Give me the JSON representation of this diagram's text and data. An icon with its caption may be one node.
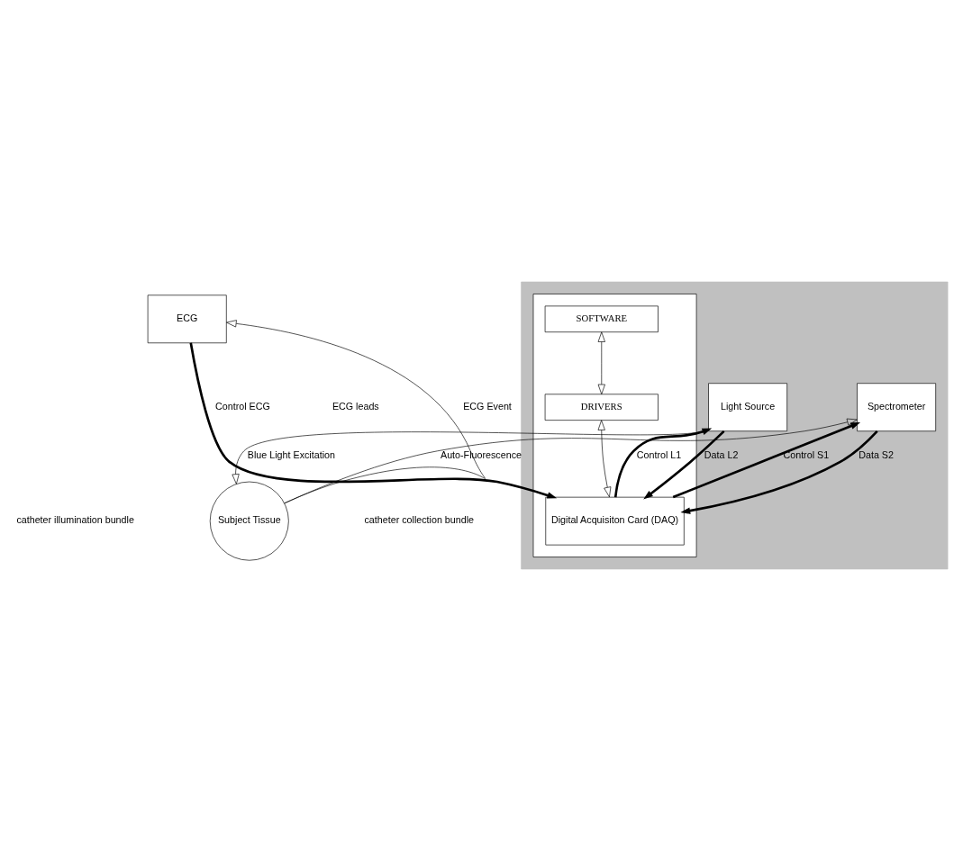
{
  "diagram": {
    "nodes": [
      {
        "text": [
          "ECG"
        ]
      },
      {
        "text": [],
        "shape": "box"
      },
      {
        "text": [
          "Light Source"
        ],
        "in": 1
      },
      {
        "text": [
          "Subject Tissue"
        ]
      },
      {
        "text": [
          "Spectrometer"
        ],
        "in": 1
      },
      {
        "text": [],
        "shape": "box",
        "in": 1
      },
      {
        "text": [
          "SOFTWARE"
        ],
        "in": 5
      },
      {
        "text": [
          "DRIVERS"
        ],
        "in": 5
      },
      {
        "text": [
          "Digital Acquisiton Card (DAQ)"
        ],
        "in": 5
      }
    ],
    "edges": [
      {
        "from": 3,
        "to": 0,
        "arrow": "to",
        "label": "ECG Event"
      },
      {
        "from": 2,
        "to": 3,
        "arrow": "to",
        "label": "Blue Light Excitation"
      },
      {
        "from": 3,
        "to": 4,
        "arrow": "to",
        "label": "Auto-Fluorescence"
      },
      {
        "from": 0,
        "to": 8,
        "arrow": "to",
        "label": "Control ECG",
        "style": "thick"
      },
      {
        "from": 8,
        "to": 2,
        "arrow": "to",
        "label": "Control L1",
        "style": "thick"
      },
      {
        "from": 2,
        "to": 8,
        "arrow": "to",
        "label": "Data L2",
        "style": "thick"
      },
      {
        "from": 8,
        "to": 4,
        "arrow": "to",
        "label": "Control S1",
        "style": "thick"
      },
      {
        "from": 4,
        "to": 8,
        "arrow": "to",
        "label": "Data S2",
        "style": "thick"
      },
      {
        "from": 6,
        "to": 7,
        "arrow": "both"
      },
      {
        "from": 7,
        "to": 8,
        "arrow": "both"
      }
    ],
    "labels": [
      "ECG leads",
      "catheter illumination bundle",
      "catheter collection bundle"
    ]
  }
}
